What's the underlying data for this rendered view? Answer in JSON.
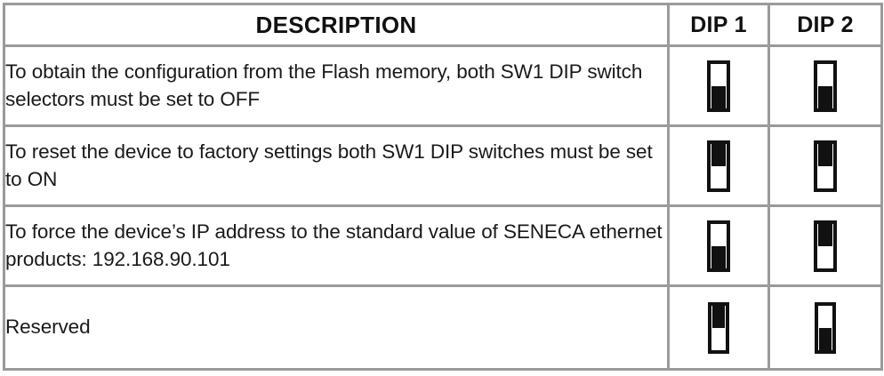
{
  "table": {
    "columns": [
      {
        "key": "description",
        "label": "DESCRIPTION",
        "align": "center"
      },
      {
        "key": "dip1",
        "label": "DIP 1",
        "align": "center"
      },
      {
        "key": "dip2",
        "label": "DIP 2",
        "align": "center"
      }
    ],
    "rows": [
      {
        "description": "To obtain the configuration from the Flash memory, both SW1 DIP switch selectors must be set to OFF",
        "dip1": "OFF",
        "dip2": "OFF"
      },
      {
        "description": "To reset the device to factory settings both SW1 DIP switches must be set to ON",
        "dip1": "ON",
        "dip2": "ON"
      },
      {
        "description": "To force the device’s IP address to the standard value of SENECA ethernet products: 192.168.90.101",
        "dip1": "OFF",
        "dip2": "ON"
      },
      {
        "description": "Reserved",
        "dip1": "ON",
        "dip2": "OFF"
      }
    ]
  },
  "switch_glyph": {
    "on_label": "ON",
    "off_label": "OFF",
    "body_color": "#ffffff",
    "outline_color": "#111111",
    "slider_color": "#111111"
  },
  "style": {
    "border_color": "#9a9a9a",
    "cell_background": "#ffffff",
    "text_color": "#1a1a1a",
    "header_text_color": "#111111"
  }
}
